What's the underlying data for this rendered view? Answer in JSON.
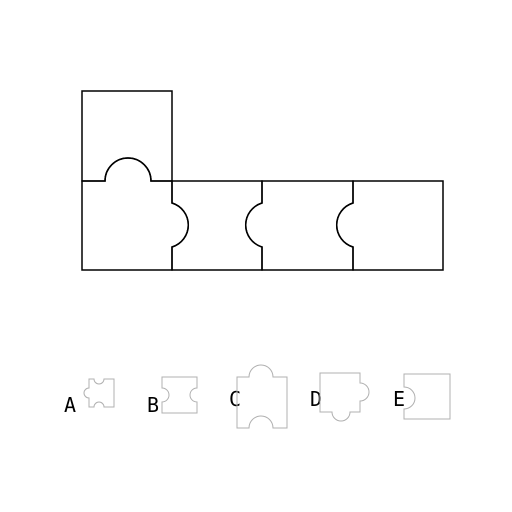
{
  "options": [
    {
      "letter": "A",
      "shape": "small-puzzle-piece-icon"
    },
    {
      "letter": "B",
      "shape": "square-with-side-notches-icon"
    },
    {
      "letter": "C",
      "shape": "tall-puzzle-piece-icon"
    },
    {
      "letter": "D",
      "shape": "puzzle-piece-with-tab-icon"
    },
    {
      "letter": "E",
      "shape": "square-with-left-notch-icon"
    }
  ],
  "colors": {
    "net_stroke": "#000000",
    "option_stroke": "#b0b0b0",
    "background": "#ffffff"
  }
}
